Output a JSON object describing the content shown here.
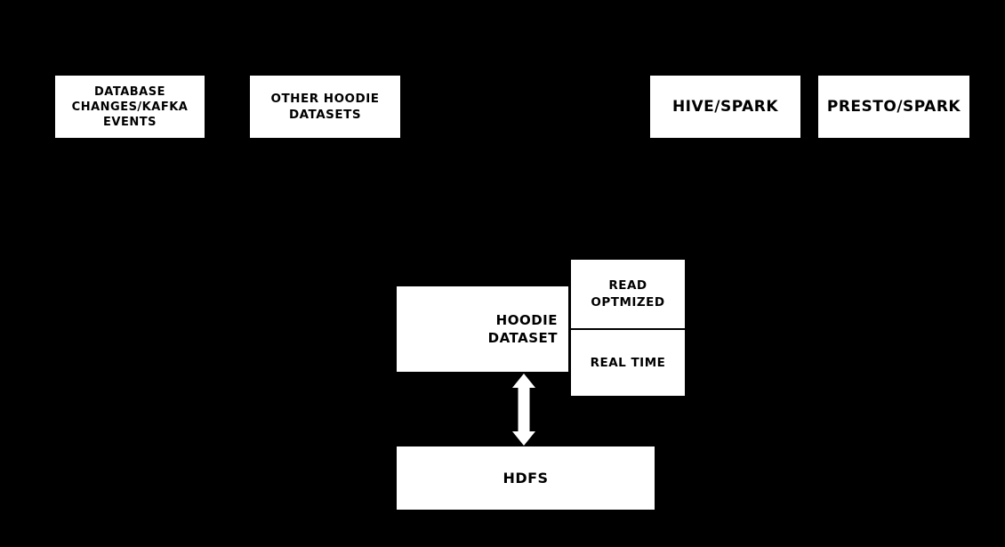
{
  "colors": {
    "background": "#000000",
    "box_fill": "#ffffff",
    "box_text": "#000000",
    "arrow": "#ffffff"
  },
  "boxes": {
    "database_changes": {
      "lines": [
        "DATABASE",
        "CHANGES/KAFKA",
        "EVENTS"
      ]
    },
    "other_hoodie_datasets": {
      "lines": [
        "OTHER HOODIE",
        "DATASETS"
      ]
    },
    "hive_spark": {
      "lines": [
        "HIVE/SPARK"
      ]
    },
    "presto_spark": {
      "lines": [
        "PRESTO/SPARK"
      ]
    },
    "hoodie_dataset": {
      "lines": [
        "HOODIE",
        "DATASET"
      ]
    },
    "read_optmized": {
      "lines": [
        "READ",
        "OPTMIZED"
      ]
    },
    "real_time": {
      "lines": [
        "REAL TIME"
      ]
    },
    "hdfs": {
      "lines": [
        "HDFS"
      ]
    }
  },
  "icons": {
    "double_arrow": "vertical bidirectional arrow between HOODIE DATASET and HDFS"
  }
}
